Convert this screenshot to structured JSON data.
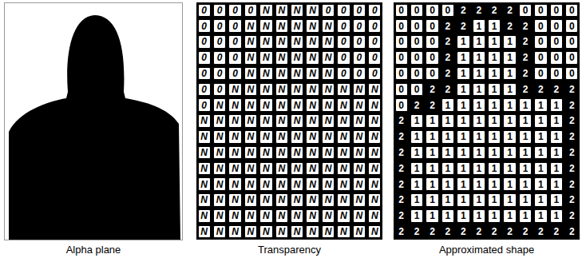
{
  "diagram": {
    "labels": [
      "0",
      "0",
      "0",
      "0",
      "N",
      "N",
      "N",
      "N",
      "0",
      "0",
      "0",
      "0",
      "0",
      "0",
      "0",
      "N",
      "N",
      "N",
      "N",
      "N",
      "N",
      "0",
      "0",
      "0",
      "0",
      "0",
      "0",
      "N",
      "N",
      "N",
      "N",
      "N",
      "N",
      "0",
      "0",
      "0",
      "0",
      "0",
      "0",
      "N",
      "N",
      "N",
      "N",
      "N",
      "N",
      "0",
      "0",
      "0",
      "0",
      "0",
      "0",
      "N",
      "N",
      "N",
      "N",
      "N",
      "N",
      "0",
      "0",
      "0",
      "0",
      "0",
      "N",
      "N",
      "N",
      "N",
      "N",
      "N",
      "N",
      "N",
      "N",
      "N",
      "0",
      "N",
      "N",
      "N",
      "N",
      "N",
      "N",
      "N",
      "N",
      "N",
      "N",
      "N",
      "N",
      "N",
      "N",
      "N",
      "N",
      "N",
      "N",
      "N",
      "N",
      "N",
      "N",
      "N",
      "N",
      "N",
      "N",
      "N",
      "N",
      "N",
      "N",
      "N",
      "N",
      "N",
      "N",
      "N",
      "N",
      "N",
      "N",
      "N",
      "N",
      "N",
      "N",
      "N",
      "N",
      "N",
      "N",
      "N",
      "N",
      "N",
      "N",
      "N",
      "N",
      "N",
      "N",
      "N",
      "N",
      "N",
      "N",
      "N",
      "N",
      "N",
      "N",
      "N",
      "N",
      "N",
      "N",
      "N",
      "N",
      "N",
      "N",
      "N",
      "N",
      "N",
      "N",
      "N",
      "N",
      "N",
      "N",
      "N",
      "N",
      "N",
      "N",
      "N",
      "N",
      "N",
      "N",
      "N",
      "N",
      "N",
      "N",
      "N",
      "N",
      "N",
      "N",
      "N",
      "N",
      "N",
      "N",
      "N",
      "N",
      "N",
      "N",
      "N",
      "N",
      "N",
      "N",
      "N",
      "0",
      "0",
      "0",
      "0",
      "2",
      "2",
      "2",
      "2",
      "0",
      "0",
      "0",
      "0",
      "0",
      "0",
      "0",
      "2",
      "2",
      "1",
      "1",
      "2",
      "2",
      "0",
      "0",
      "0",
      "0",
      "0",
      "0",
      "2",
      "1",
      "1",
      "1",
      "1",
      "2",
      "0",
      "0",
      "0",
      "0",
      "0",
      "0",
      "2",
      "1",
      "1",
      "1",
      "1",
      "2",
      "0",
      "0",
      "0",
      "0",
      "0",
      "0",
      "2",
      "1",
      "1",
      "1",
      "1",
      "2",
      "0",
      "0",
      "0",
      "0",
      "0",
      "2",
      "2",
      "1",
      "1",
      "1",
      "1",
      "2",
      "2",
      "2",
      "2",
      "0",
      "2",
      "2",
      "1",
      "1",
      "1",
      "1",
      "1",
      "1",
      "1",
      "1",
      "2",
      "2",
      "1",
      "1",
      "1",
      "1",
      "1",
      "1",
      "1",
      "1",
      "1",
      "1",
      "2",
      "2",
      "1",
      "1",
      "1",
      "1",
      "1",
      "1",
      "1",
      "1",
      "1",
      "1",
      "2",
      "2",
      "1",
      "1",
      "1",
      "1",
      "1",
      "1",
      "1",
      "1",
      "1",
      "1",
      "2",
      "2",
      "1",
      "1",
      "1",
      "1",
      "1",
      "1",
      "1",
      "1",
      "1",
      "1",
      "2",
      "2",
      "1",
      "1",
      "1",
      "1",
      "1",
      "1",
      "1",
      "1",
      "1",
      "1",
      "2",
      "2",
      "1",
      "1",
      "1",
      "1",
      "1",
      "1",
      "1",
      "1",
      "1",
      "1",
      "2",
      "2",
      "1",
      "1",
      "1",
      "1",
      "1",
      "1",
      "1",
      "1",
      "1",
      "1",
      "2",
      "2",
      "2",
      "2",
      "2",
      "2",
      "2",
      "2",
      "2",
      "2",
      "2",
      "2",
      "2",
      "Alpha plane",
      "Transparency",
      "Approximated shape"
    ]
  }
}
